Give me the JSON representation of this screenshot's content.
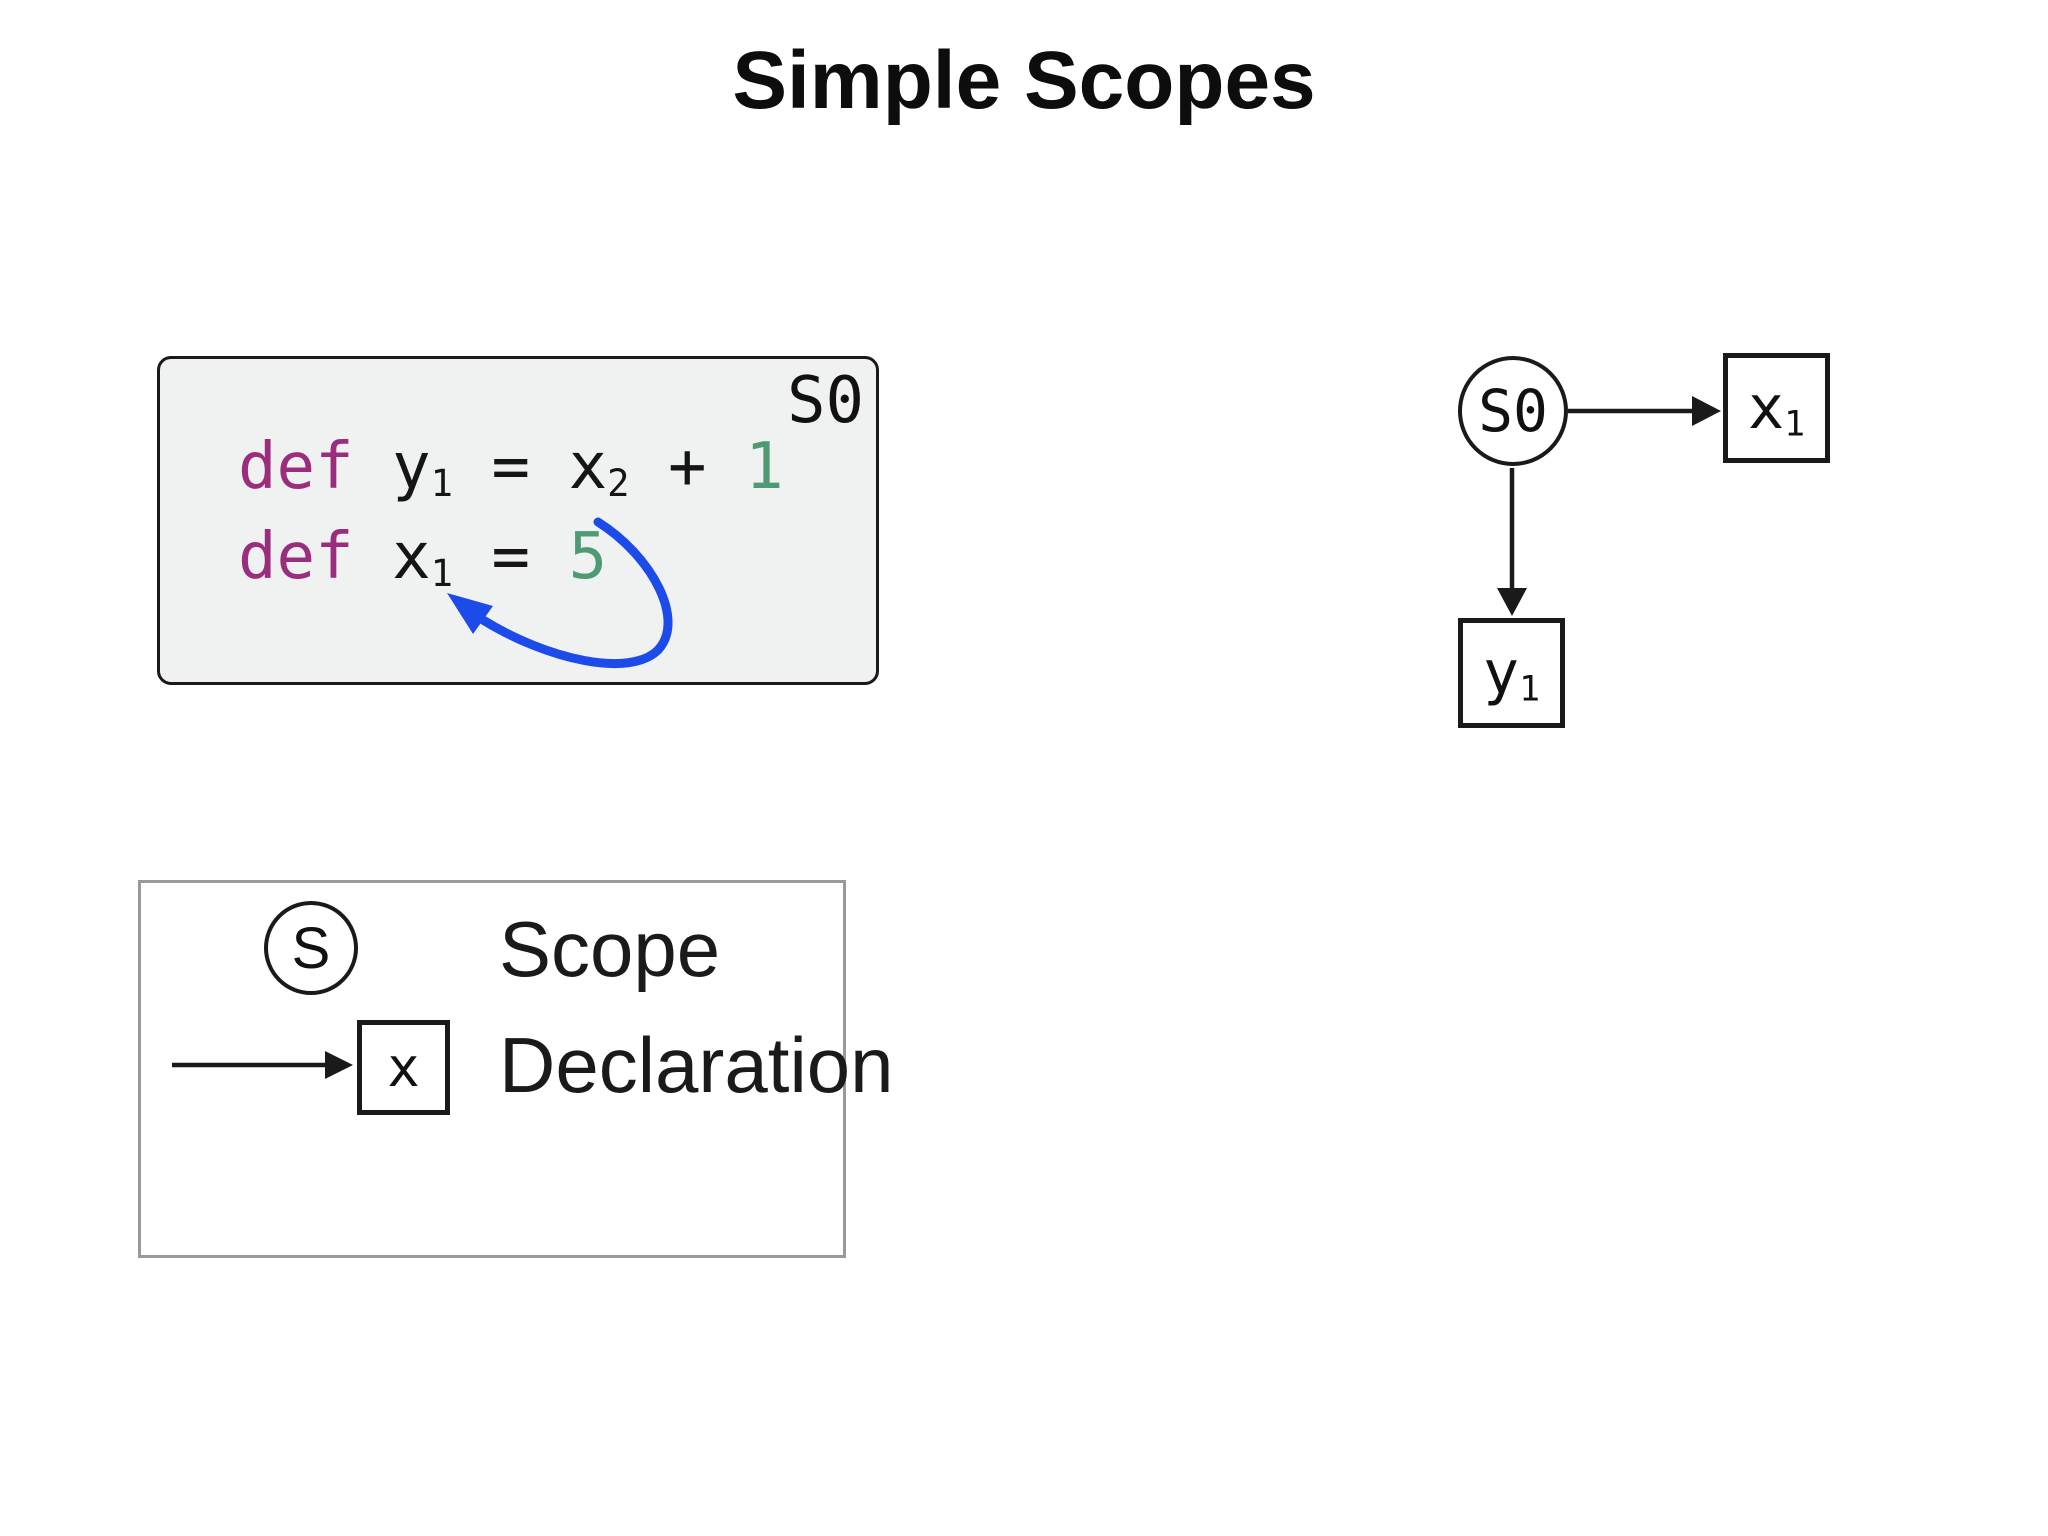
{
  "header": {
    "title": "Simple Scopes"
  },
  "colors": {
    "keyword": "#9b2d7d",
    "literal": "#4e9b73",
    "reference_arrow": "#1d4be9",
    "code_box_fill": "#f0f1f1",
    "code_box_border": "#1a1a1a",
    "legend_border": "#9a9a9b",
    "diagram_stroke": "#1a1a1a"
  },
  "code_box": {
    "scope_label": "S0",
    "lines": [
      {
        "keyword": "def",
        "lhs_base": "y",
        "lhs_sub": "1",
        "equals": "=",
        "rhs_base": "x",
        "rhs_sub": "2",
        "operator": "+",
        "literal": "1"
      },
      {
        "keyword": "def",
        "lhs_base": "x",
        "lhs_sub": "1",
        "equals": "=",
        "literal": "5"
      }
    ]
  },
  "graph": {
    "scope_node": {
      "label": "S0"
    },
    "declarations": [
      {
        "base": "x",
        "sub": "1"
      },
      {
        "base": "y",
        "sub": "1"
      }
    ]
  },
  "legend": {
    "scope_symbol": "S",
    "scope_label": "Scope",
    "declaration_symbol": "x",
    "declaration_label": "Declaration"
  }
}
